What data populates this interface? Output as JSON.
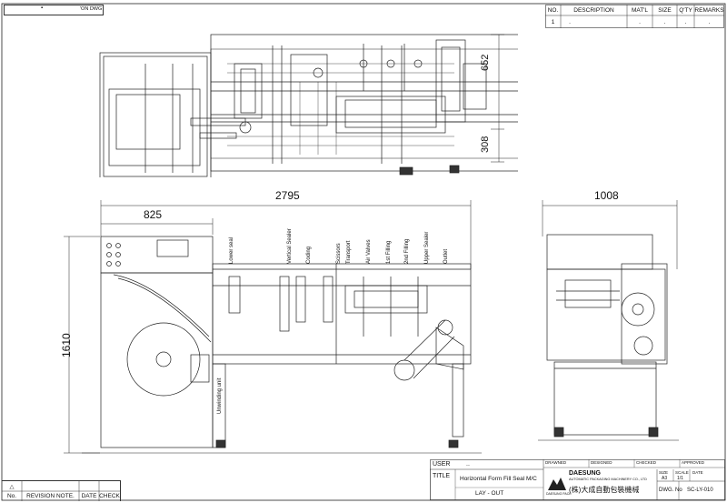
{
  "dwg_tag": {
    "dot": "▪",
    "label": "'ON DWG"
  },
  "parts_table": {
    "headers": {
      "no": "NO.",
      "description": "DESCRIPTION",
      "mat": "MAT'L",
      "size": "SIZE",
      "qty": "Q'TY",
      "remarks": "REMARKS"
    },
    "row": {
      "no": "1",
      "description": ".",
      "mat": ".",
      "size": ".",
      "qty": ".",
      "remarks": "."
    }
  },
  "dimensions": {
    "top_height": "652",
    "top_depth": "308",
    "overall_length": "2795",
    "unwind_length": "825",
    "overall_height": "1610",
    "side_width": "1008"
  },
  "stations": {
    "unwinding": "Unwinding unit",
    "lower_seal": "Lower seal",
    "vertical_sealer": "Vertical Sealer",
    "coding": "Coding",
    "scissors": "Scissors",
    "transport": "Transport",
    "air_valves": "Air Valves",
    "first_filling": "1st Filling",
    "second_filling": "2nd Filling",
    "upper_sealer": "Upper Sealer",
    "outlet": "Outlet"
  },
  "revision_block": {
    "row_no": "△",
    "row_note": "",
    "headers": {
      "no": "No.",
      "note": "REVISION NOTE.",
      "date": "DATE",
      "check": "CHECK"
    }
  },
  "title_block": {
    "user_label": "USER",
    "user_value": "..",
    "title_label": "TITLE",
    "title_line1": "Horizontal Form Fill Seal M/C",
    "title_line2": "LAY - OUT",
    "drawned": "DRAWNED",
    "designed": "DESIGNED",
    "checked": "CHECKED",
    "approved": "APPROVED",
    "company_en": "DAESUNG",
    "company_full": "AUTOMATIC PACKAGING MACHINERY CO., LTD",
    "company_kr": "(株)大成自動包裝機械",
    "logo_text": "DAESUNG PACK",
    "size_label": "SIZE",
    "size_value": "A3",
    "scale_label": "SCALE",
    "scale_value": "1/1",
    "date_label": "DATE",
    "dwg_label": "DWG. No",
    "dwg_value": "SC-LY-010"
  }
}
